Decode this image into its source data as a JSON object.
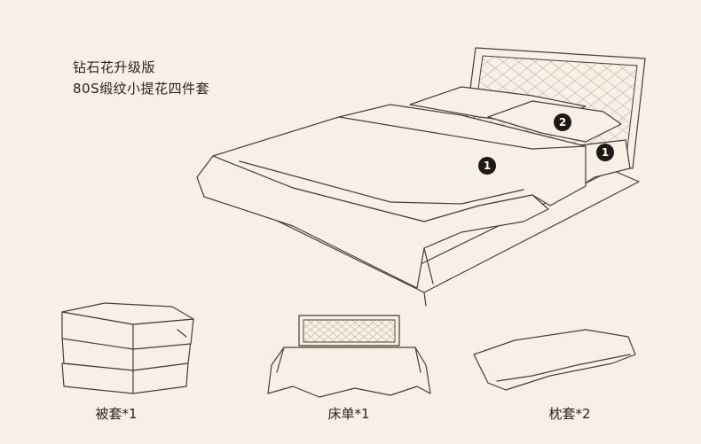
{
  "heading": {
    "line1": "钻石花升级版",
    "line2": "80S缎纹小提花四件套"
  },
  "badges": {
    "duvet": "1",
    "pillow": "2",
    "sheet": "1"
  },
  "items": [
    {
      "label": "被套*1"
    },
    {
      "label": "床单*1"
    },
    {
      "label": "枕套*2"
    }
  ]
}
